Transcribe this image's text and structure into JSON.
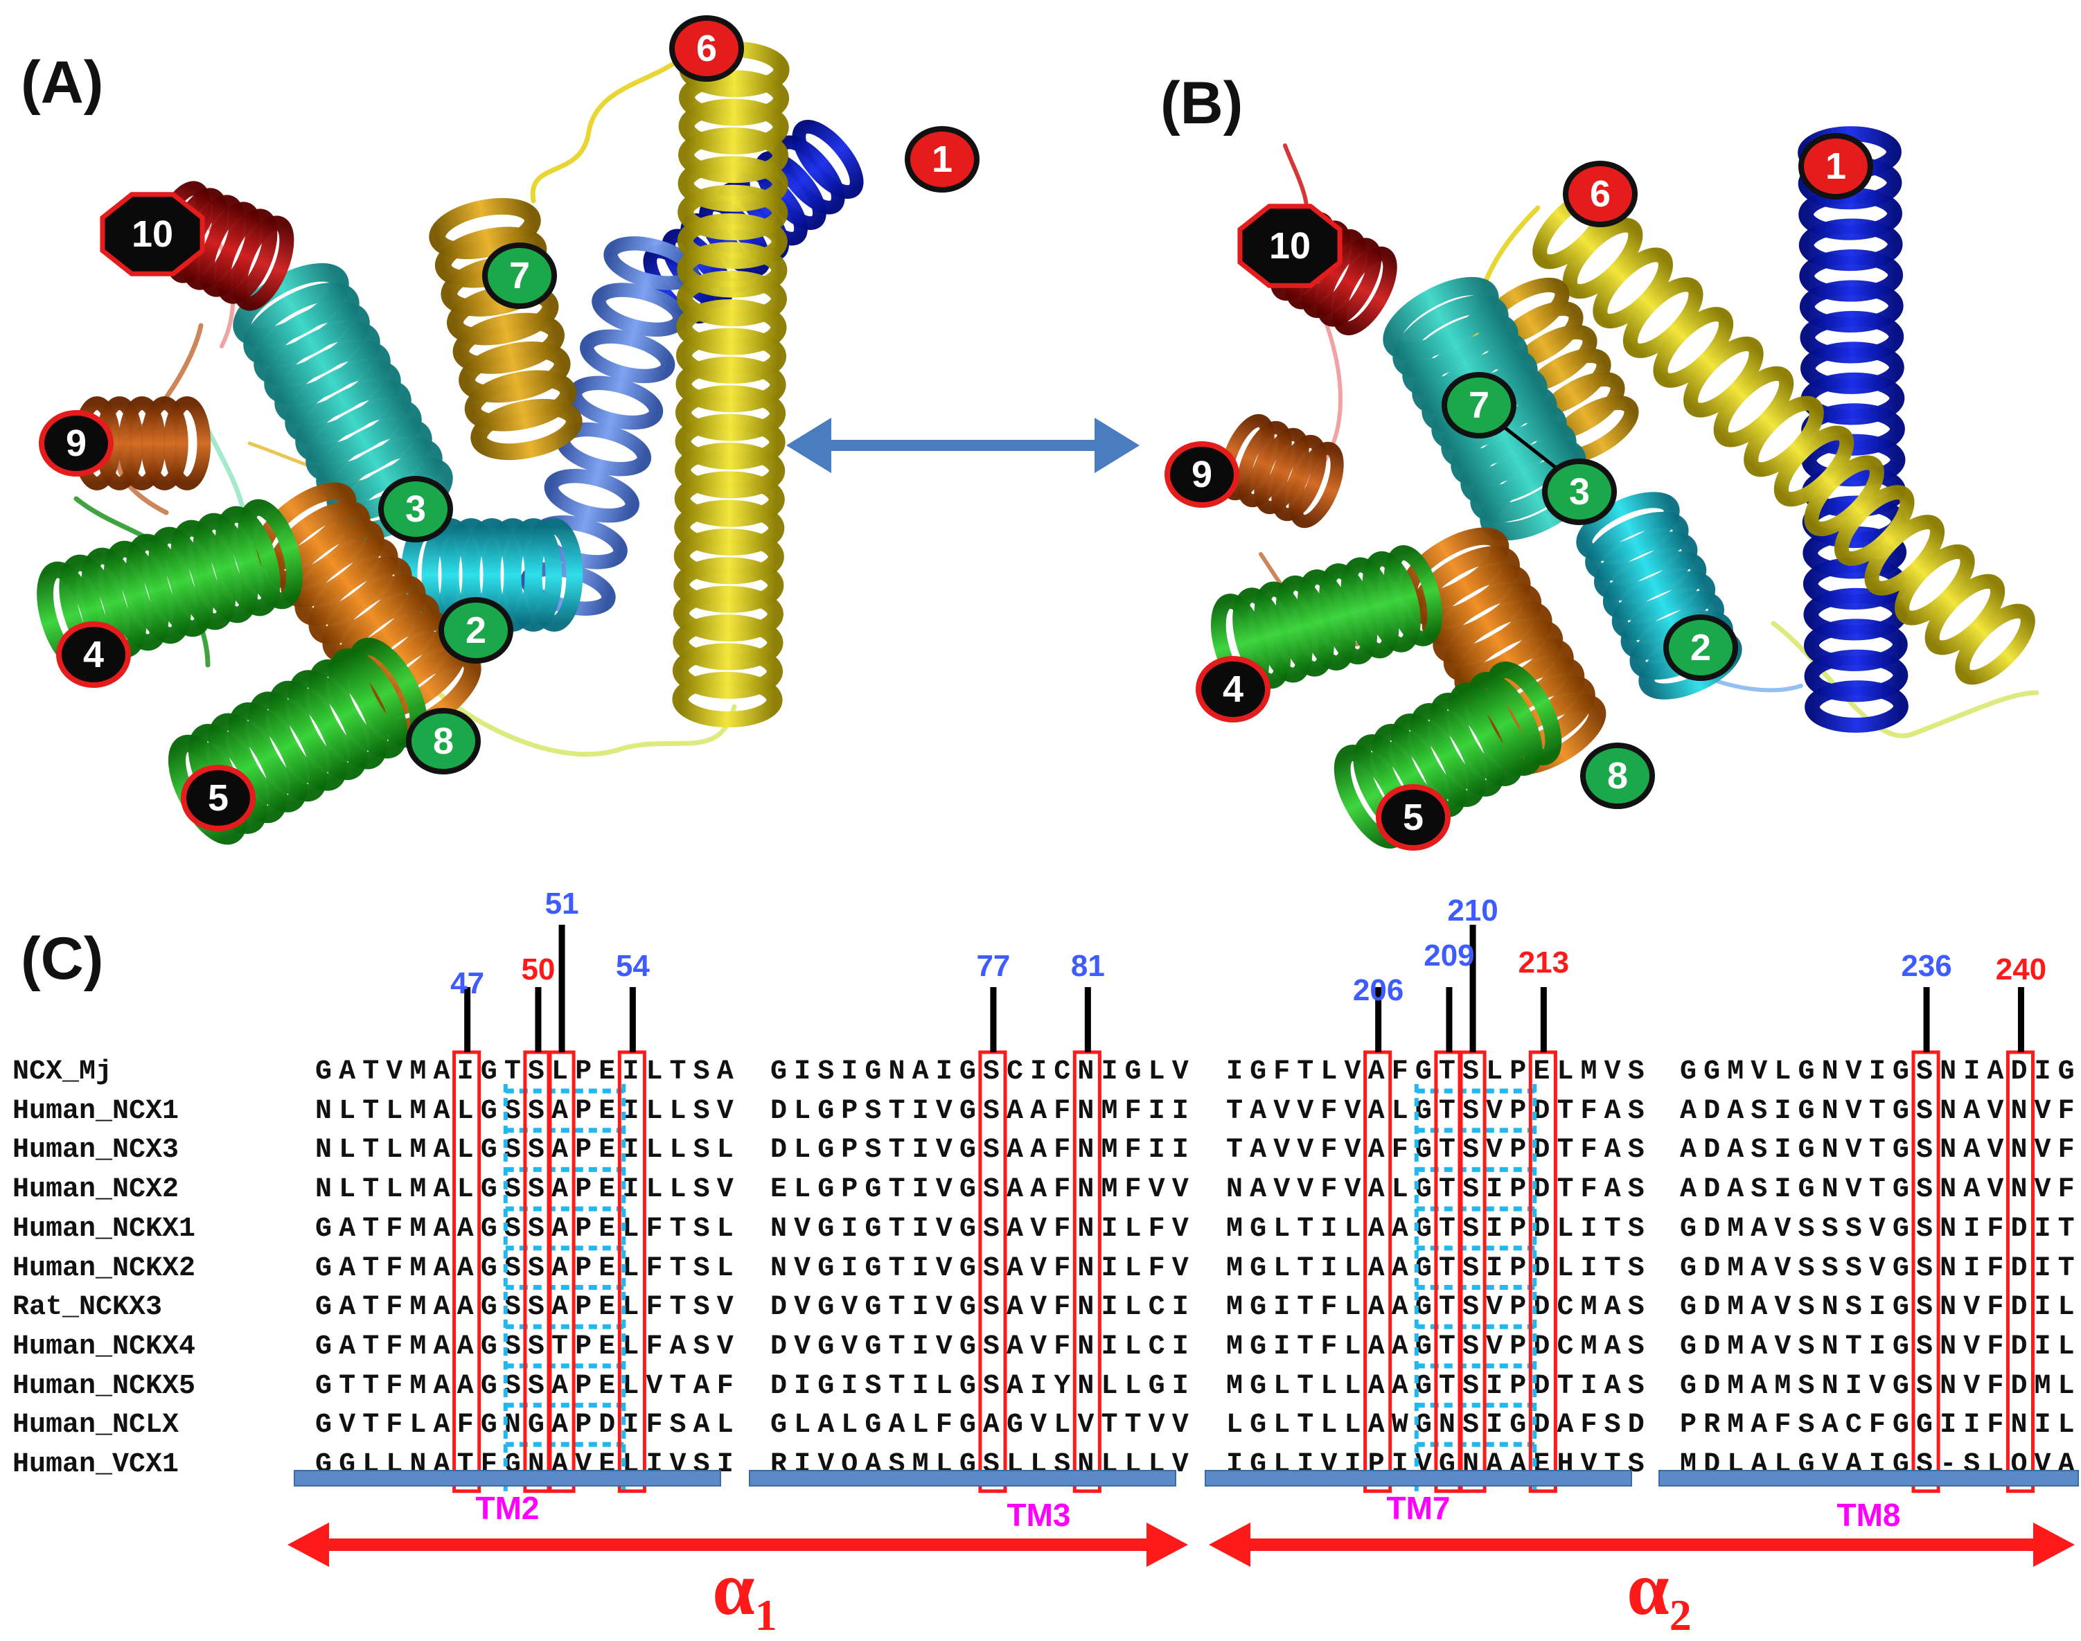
{
  "panels": {
    "a": "(A)",
    "b": "(B)",
    "c": "(C)"
  },
  "colors": {
    "tm1": "#0a1bc4",
    "tm2": "#1ec8d8",
    "tm3": "#20c0c0",
    "tm4": "#22b022",
    "tm5": "#3ab83a",
    "tm6": "#e6d21e",
    "tm7": "#e0a81a",
    "tm8": "#e07814",
    "tm9": "#c85a14",
    "tm10": "#c81e1e",
    "arrow": "#4a7cc0",
    "alpha_arrow": "#ff1a1a",
    "box": "#ff1a1a",
    "bar": "#5a8ac8",
    "tm_label": "#ff00ff",
    "num_blue": "#3e5cff",
    "num_red": "#ff1a1a",
    "dotted": "#21b8f0"
  },
  "structure_a": {
    "badges": [
      {
        "n": "1",
        "style": "red"
      },
      {
        "n": "2",
        "style": "green"
      },
      {
        "n": "3",
        "style": "green"
      },
      {
        "n": "4",
        "style": "black"
      },
      {
        "n": "5",
        "style": "black"
      },
      {
        "n": "6",
        "style": "red"
      },
      {
        "n": "7",
        "style": "green"
      },
      {
        "n": "8",
        "style": "green"
      },
      {
        "n": "9",
        "style": "black"
      },
      {
        "n": "10",
        "style": "black"
      }
    ]
  },
  "structure_b": {
    "badges": [
      {
        "n": "1",
        "style": "red"
      },
      {
        "n": "2",
        "style": "green"
      },
      {
        "n": "3",
        "style": "green"
      },
      {
        "n": "4",
        "style": "black"
      },
      {
        "n": "5",
        "style": "black"
      },
      {
        "n": "6",
        "style": "red"
      },
      {
        "n": "7",
        "style": "green"
      },
      {
        "n": "8",
        "style": "green"
      },
      {
        "n": "9",
        "style": "black"
      },
      {
        "n": "10",
        "style": "black"
      }
    ]
  },
  "alignment": {
    "sequence_names": [
      "NCX_Mj",
      "Human_NCX1",
      "Human_NCX3",
      "Human_NCX2",
      "Human_NCKX1",
      "Human_NCKX2",
      "Rat_NCKX3",
      "Human_NCKX4",
      "Human_NCKX5",
      "Human_NCLX",
      "Human_VCX1"
    ],
    "blocks": [
      {
        "tm": "TM2",
        "rows": [
          "GATVMAIGTSLPEILTSA",
          "NLTLMALGSSAPEILLSV",
          "NLTLMALGSSAPEILLSL",
          "NLTLMALGSSAPEILLSV",
          "GATFMAAGSSAPELFTSL",
          "GATFMAAGSSAPELFTSL",
          "GATFMAAGSSAPELFTSV",
          "GATFMAAGSSTPELFASV",
          "GTTFMAAGSSAPELVTAF",
          "GVTFLAFGNGAPDIFSAL",
          "GGLLNATFGNAVELIVSI"
        ],
        "markers": [
          {
            "label": "47",
            "color": "blue"
          },
          {
            "label": "50",
            "color": "red"
          },
          {
            "label": "51",
            "color": "blue"
          },
          {
            "label": "54",
            "color": "blue"
          }
        ]
      },
      {
        "tm": "TM3",
        "rows": [
          "GISIGNAIGSCICNIGLV",
          "DLGPSTIVGSAAFNMFII",
          "DLGPSTIVGSAAFNMFII",
          "ELGPGTIVGSAAFNMFVV",
          "NVGIGTIVGSAVFNILFV",
          "NVGIGTIVGSAVFNILFV",
          "DVGVGTIVGSAVFNILCI",
          "DVGVGTIVGSAVFNILCI",
          "DIGISTILGSAIYNLLGI",
          "GLALGALFGAGVLVTTVV",
          "RIVQASMLGSLLSNLLLV"
        ],
        "markers": [
          {
            "label": "77",
            "color": "blue"
          },
          {
            "label": "81",
            "color": "blue"
          }
        ]
      },
      {
        "tm": "TM7",
        "rows": [
          "IGFTLVAFGTSLPELMVS",
          "TAVVFVALGTSVPDTFAS",
          "TAVVFVAFGTSVPDTFAS",
          "NAVVFVALGTSIPDTFAS",
          "MGLTILAAGTSIPDLITS",
          "MGLTILAAGTSIPDLITS",
          "MGITFLAAGTSVPDCMAS",
          "MGITFLAAGTSVPDCMAS",
          "MGLTLLAAGTSIPDTIAS",
          "LGLTLLAWGNSIGDAFSD",
          "IGLIVIPIVGNAAEHVTS"
        ],
        "markers": [
          {
            "label": "206",
            "color": "blue"
          },
          {
            "label": "209",
            "color": "blue"
          },
          {
            "label": "210",
            "color": "blue"
          },
          {
            "label": "213",
            "color": "red"
          }
        ]
      },
      {
        "tm": "TM8",
        "rows": [
          "GGMVLGNVIGSNIADIGG",
          "ADASIGNVTGSNAVNVFL",
          "ADASIGNVTGSNAVNVFL",
          "ADASIGNVTGSNAVNVFL",
          "GDMAVSSSVGSNIFDITV",
          "GDMAVSSSVGSNIFDITV",
          "GDMAVSNSIGSNVFDILI",
          "GDMAVSNTIGSNVFDILV",
          "GDMAMSNIVGSNVFDMLC",
          "PRMAFSACFGGIIFNILV",
          "MDLALGVAIGS-SLQVAL"
        ],
        "markers": [
          {
            "label": "236",
            "color": "blue"
          },
          {
            "label": "240",
            "color": "red"
          }
        ]
      }
    ]
  },
  "alpha": {
    "a1_symbol": "α",
    "a1_sub": "1",
    "a2_symbol": "α",
    "a2_sub": "2"
  }
}
